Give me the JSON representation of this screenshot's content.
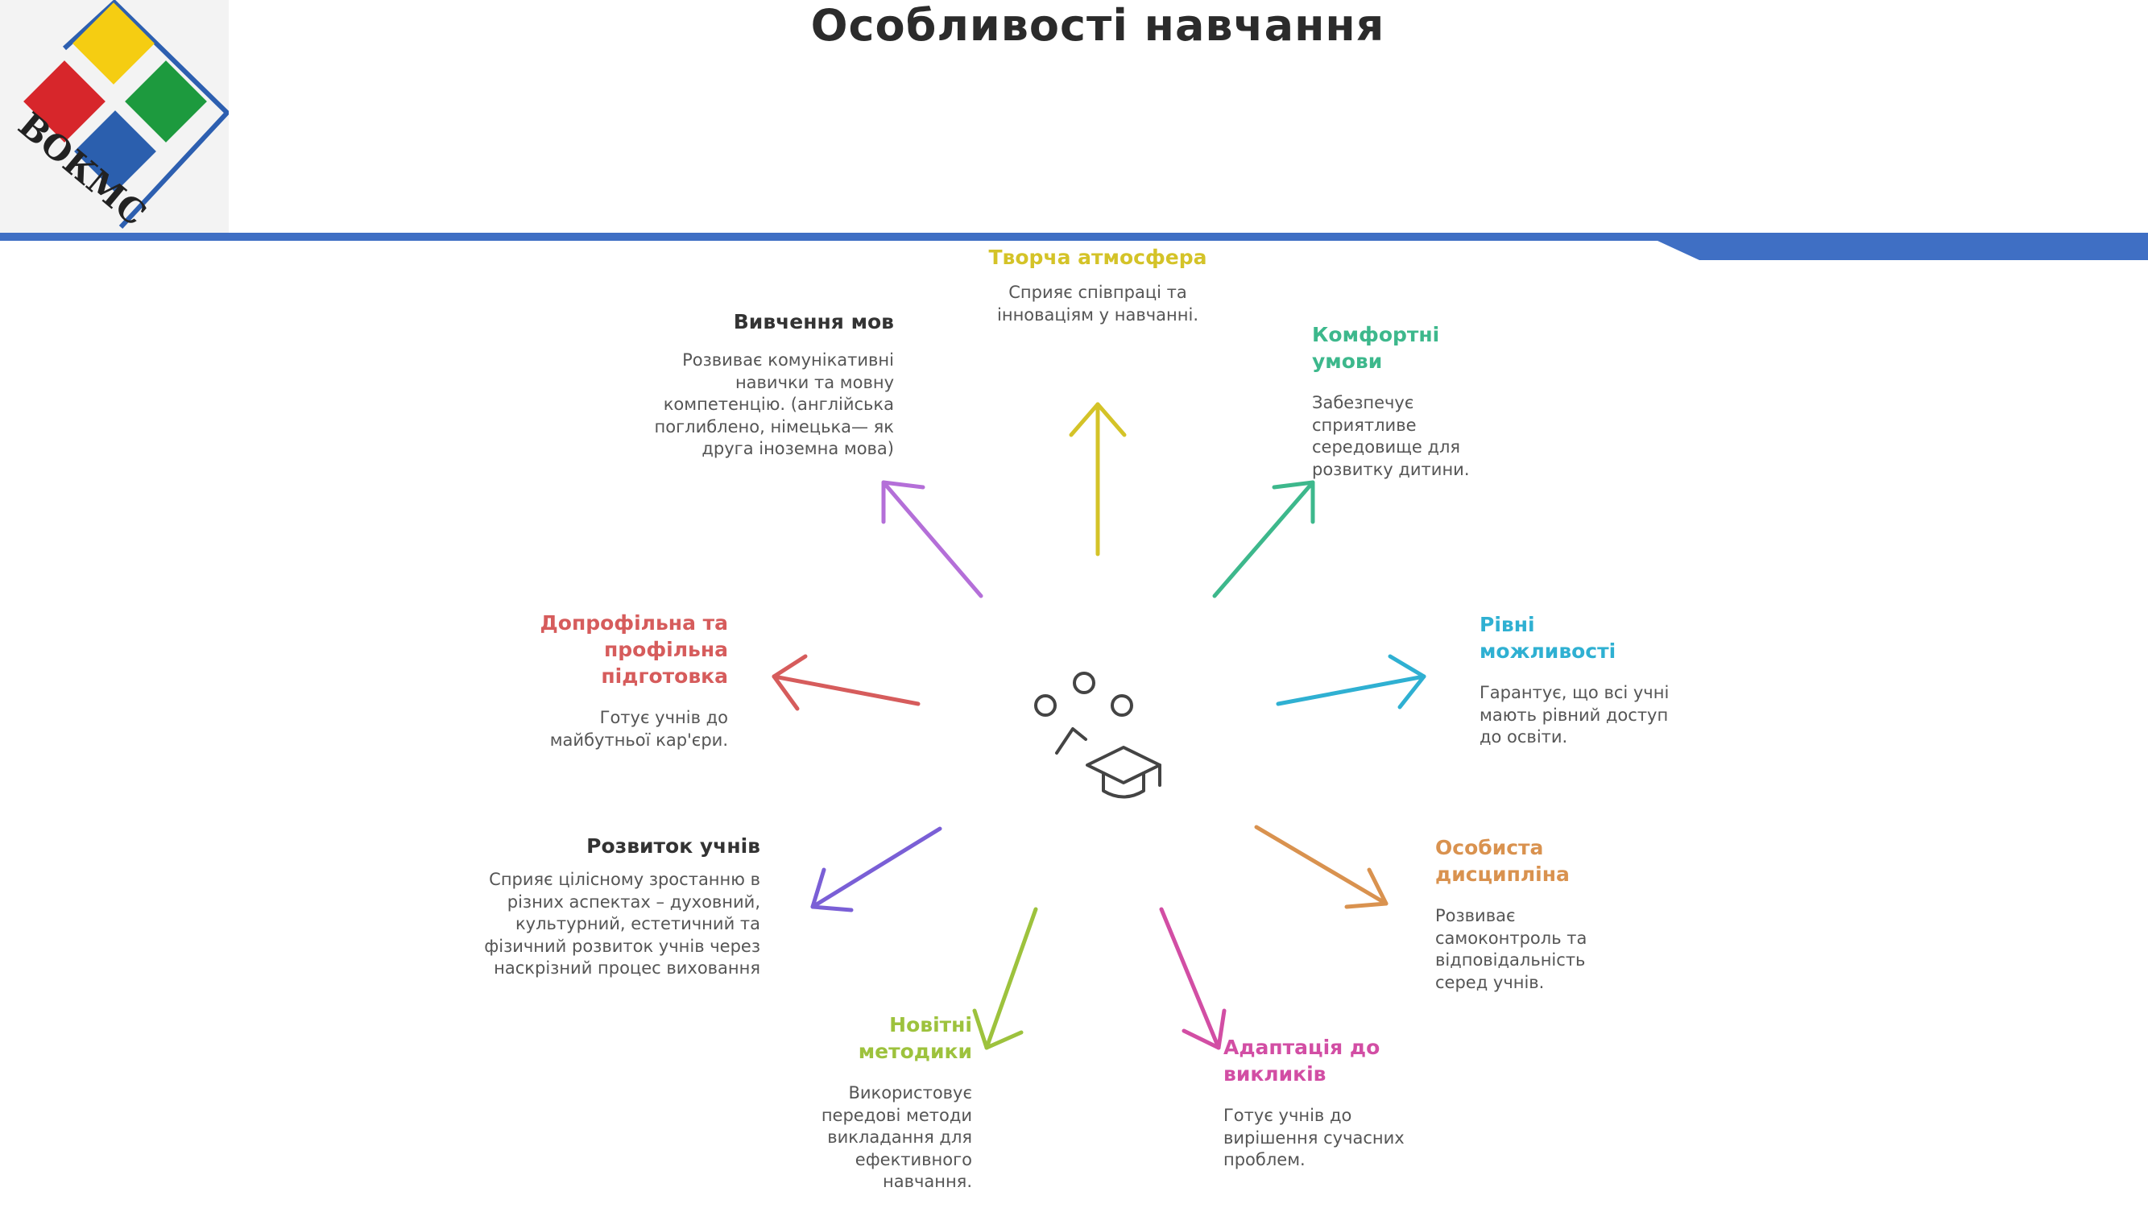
{
  "title": "Особливості навчання",
  "logo": {
    "text": "ВОКМС"
  },
  "colors": {
    "bar": "#3f6fc4"
  },
  "items": [
    {
      "title": "Творча атмосфера",
      "desc": "Сприяє співпраці та інноваціям у навчанні.",
      "color": "#d4c328",
      "icon": "arrow-up"
    },
    {
      "title": "Комфортні умови",
      "desc": "Забезпечує сприятливе середовище для розвитку дитини.",
      "color": "#3db88c",
      "icon": "arrow-up-right"
    },
    {
      "title": "Рівні можливості",
      "desc": "Гарантує, що всі учні мають рівний доступ до освіти.",
      "color": "#2fb0d2",
      "icon": "arrow-right"
    },
    {
      "title": "Особиста дисципліна",
      "desc": "Розвиває самоконтроль та відповідальність серед учнів.",
      "color": "#d9924f",
      "icon": "arrow-down-right"
    },
    {
      "title": "Адаптація до викликів",
      "desc": "Готує учнів до вирішення сучасних проблем.",
      "color": "#d24ea4",
      "icon": "arrow-down"
    },
    {
      "title": "Новітні методики",
      "desc": "Використовує передові методи викладання для ефективного навчання.",
      "color": "#9dc23d",
      "icon": "arrow-down"
    },
    {
      "title": "Розвиток учнів",
      "desc": "Сприяє цілісному зростанню в різних аспектах – духовний, культурний, естетичний та фізичний розвиток учнів через наскрізний процес виховання",
      "color": "#333333",
      "icon": "arrow-down-left"
    },
    {
      "title": "Допрофільна та профільна підготовка",
      "desc": "Готує учнів до майбутньої кар'єри.",
      "color": "#d65c5c",
      "icon": "arrow-left"
    },
    {
      "title": "Вивчення мов",
      "desc": "Розвиває комунікативні навички та мовну компетенцію. (англійська поглиблено, німецька— як друга іноземна мова)",
      "color": "#333333",
      "icon": "arrow-up-left"
    }
  ]
}
